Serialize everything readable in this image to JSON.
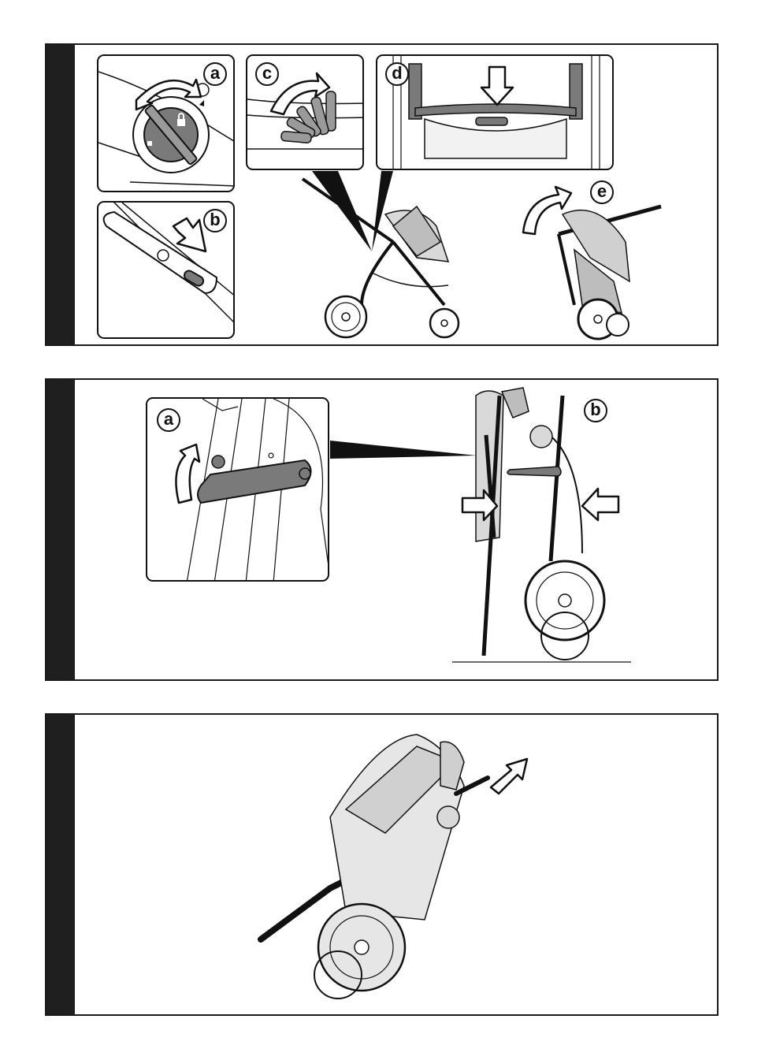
{
  "panels": [
    {
      "step_labels": {
        "a": "a",
        "b": "b",
        "c": "c",
        "d": "d",
        "e": "e"
      }
    },
    {
      "step_labels": {
        "a": "a",
        "b": "b"
      }
    },
    {
      "step_labels": {}
    }
  ],
  "colors": {
    "line": "#111111",
    "part_fill": "#7a7a7a",
    "strip": "#1f1f1f",
    "fabric": "#e6e6e6"
  },
  "icons": [
    "rotate-arrow-icon",
    "lock-icon",
    "unlock-icon",
    "push-arrow-icon",
    "down-arrow-icon",
    "fold-arrow-icon",
    "press-arrow-icon",
    "pull-arrow-icon"
  ]
}
